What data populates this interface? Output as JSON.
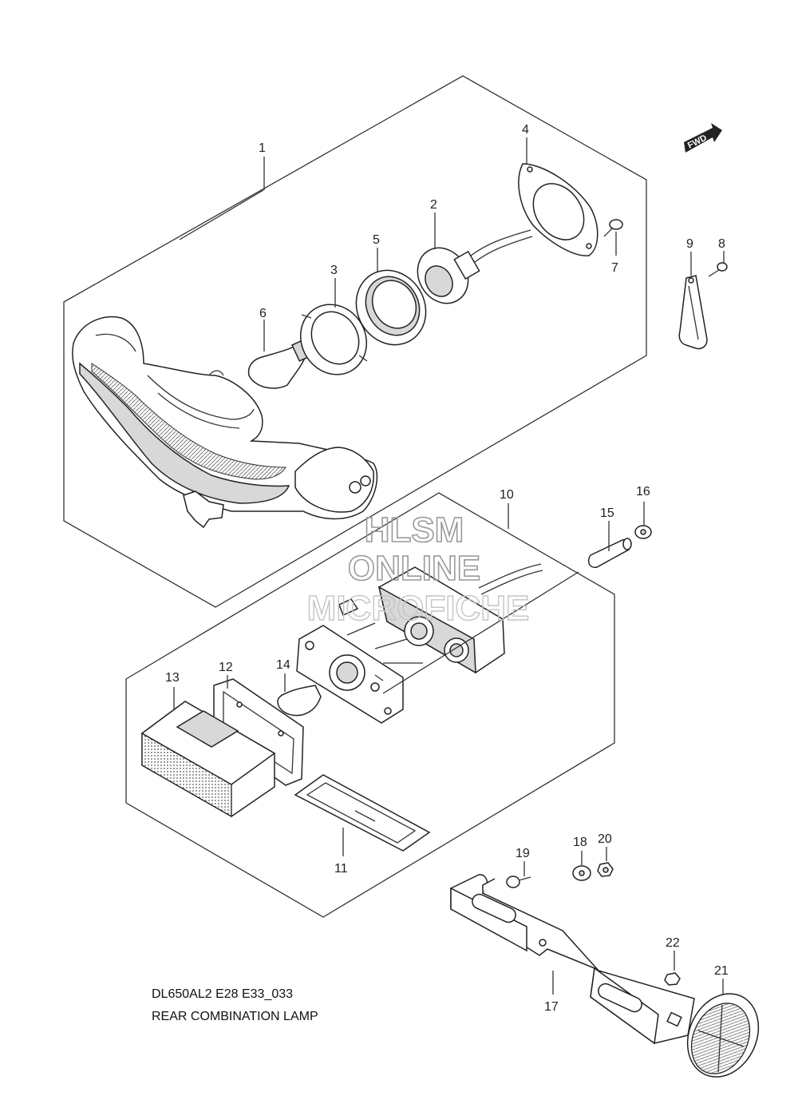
{
  "caption": {
    "model_code": "DL650AL2 E28 E33_033",
    "title": "REAR COMBINATION LAMP"
  },
  "watermark": {
    "line1": "HLSM",
    "line2": "ONLINE",
    "line3": "MICROFICHE"
  },
  "direction_badge": "FWD",
  "callouts": [
    {
      "number": "1"
    },
    {
      "number": "2"
    },
    {
      "number": "3"
    },
    {
      "number": "4"
    },
    {
      "number": "5"
    },
    {
      "number": "6"
    },
    {
      "number": "7"
    },
    {
      "number": "8"
    },
    {
      "number": "9"
    },
    {
      "number": "10"
    },
    {
      "number": "11"
    },
    {
      "number": "12"
    },
    {
      "number": "13"
    },
    {
      "number": "14"
    },
    {
      "number": "15"
    },
    {
      "number": "16"
    },
    {
      "number": "17"
    },
    {
      "number": "18"
    },
    {
      "number": "19"
    },
    {
      "number": "20"
    },
    {
      "number": "21"
    },
    {
      "number": "22"
    }
  ]
}
